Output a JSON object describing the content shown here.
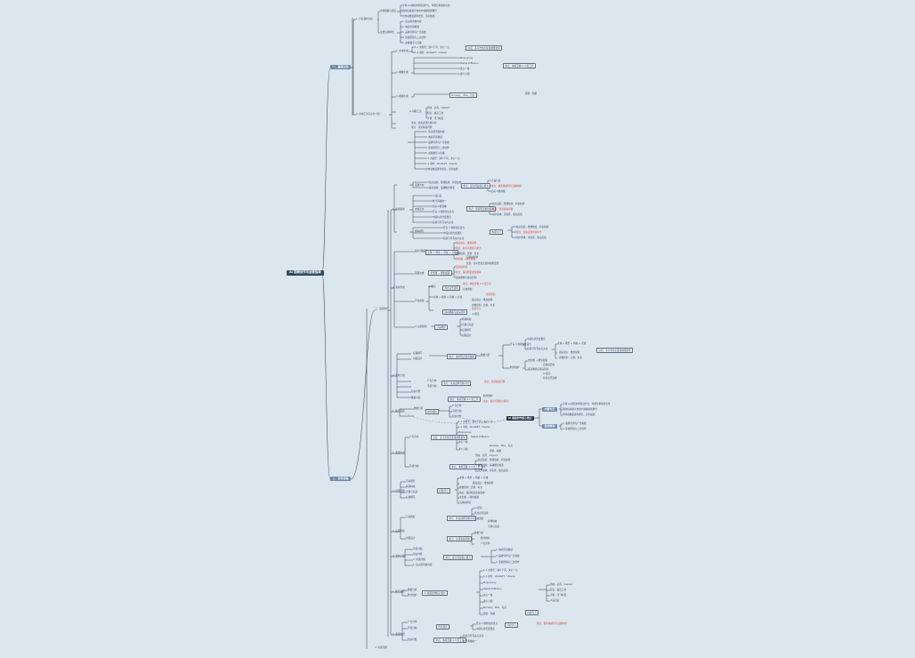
{
  "root": {
    "label": "AI 视频创作与运营指南"
  },
  "branches": {
    "b1": "一、基础认知",
    "b2": "二、创作流程",
    "b3": "三、运营推广"
  },
  "topics": {
    "t1": "1. 行业现状分析",
    "t1a": "市场规模与增长",
    "t1a1": "全球 AI 视频市场持续扩大，年增长率保持高位",
    "t1a2": "国内短视频平台用户规模持续攀升",
    "t1a3": "创作者数量逐年增长，竞争加剧",
    "t1b": "主要应用场景",
    "t1b1": "1. 知识科普类内容",
    "t1b2": "2. 电商带货视频",
    "t1b3": "3. 品牌宣传与广告投放",
    "t1b4": "4. 影视剪辑与二次创作",
    "t1b5": "5. 虚拟数字人直播",
    "t2": "2. 常用工具与平台介绍",
    "t2a": "1. 文本生成",
    "t2a1": "1.1 大模型：通义千问、文心一言",
    "t2a2": "1.2 海外：ChatGPT、Claude",
    "t2b": "2. 图像生成",
    "t2b1": "Midjourney",
    "t2b2": "Stable Diffusion",
    "t2b3": "文心一格",
    "t2b4": "通义万相",
    "t2c": "3. 视频生成",
    "t2c1": "Runway、Pika、可灵",
    "t2c2": "即梦、海螺",
    "t2d": "4. 辅助工具",
    "t2d1": "剪映、必剪、CapCut",
    "t2d2": "配音：魔音工坊",
    "t2d3": "字幕：讯飞听见",
    "t3": "1. 前期策划",
    "t3a": "选题方向",
    "t3a1": "热点追踪：微博热搜、抖音热榜",
    "t3a2": "垂直领域：深耕细分赛道",
    "t3a3": "用户需求：评论区、私信反馈",
    "t3b": "内容定位",
    "t3b1": "人设打造",
    "t3b2": "账号风格统一",
    "t3b3": "目标人群画像",
    "t3c": "脚本撰写",
    "t3c1": "开头 3 秒抓住注意力",
    "t3c2": "中段信息密度要高",
    "t3c3": "结尾引导互动与关注",
    "t3c4": "重点：避免敏感词与违规内容",
    "t4": "2. 素材生成",
    "t4a": "提示词编写",
    "t4a1": "主体 + 场景 + 风格 + 光线",
    "t4a2": "镜头语言：推拉摇移",
    "t4a3": "参数控制：比例、时长",
    "t4b": "画面生成",
    "t4b1": "文生图 → 图生视频",
    "t4b2": "首尾帧控制",
    "t4b3": "运动笔刷与镜头控制",
    "t4c": "声音处理",
    "t4c1": "AI 配音",
    "t4c2": "背景音乐选择",
    "t4c3": "音效添加",
    "t5": "3. 后期剪辑",
    "t5a": "节奏把控",
    "t5b": "转场特效",
    "t5c": "字幕与包装",
    "t6": "4. 发布上线",
    "t6a": "标题撰写",
    "t6b": "封面设计",
    "t7": "1. 账号运营",
    "t7a": "数据分析",
    "t7b": "粉丝维护",
    "t8": "2. 变现方式",
    "t8a": "广告合作",
    "t8b": "带货分佣",
    "t8c": "知识付费",
    "t9": "3. 常见问题"
  },
  "notes": {
    "n1": "注意：多平台交叉使用效果更佳",
    "n2": "重点：熟练掌握 2-3 款工具",
    "n3": "重点：优先选择合规平台",
    "n4": "重点：注意版权问题",
    "n5": "重点：提示词是核心能力",
    "n6": "重点：保持稳定更新频率",
    "n7": "AI 视频创作核心要点",
    "n8": "内容为王",
    "n9": "坚持原创",
    "n10": "持续学习"
  }
}
